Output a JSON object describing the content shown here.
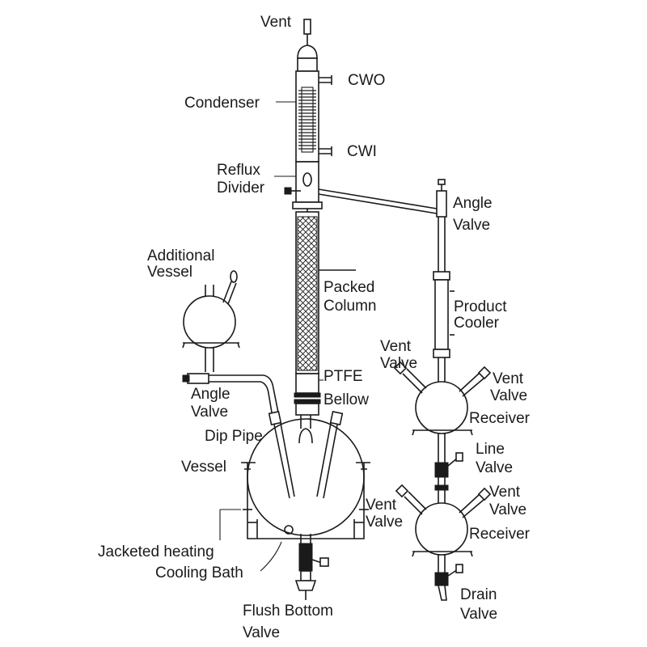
{
  "labels": {
    "vent": "Vent",
    "cwo": "CWO",
    "condenser": "Condenser",
    "cwi": "CWI",
    "reflux_divider": [
      "Reflux",
      "Divider"
    ],
    "angle_valve_right": [
      "Angle",
      "Valve"
    ],
    "additional_vessel": [
      "Additional",
      "Vessel"
    ],
    "packed_column": [
      "Packed",
      "Column"
    ],
    "product_cooler": [
      "Product",
      "Cooler"
    ],
    "vent_valve_upper_left": [
      "Vent",
      "Valve"
    ],
    "ptfe_bellow": [
      "PTFE",
      "Bellow"
    ],
    "vent_valve_upper_right": [
      "Vent",
      "Valve"
    ],
    "angle_valve_left": [
      "Angle",
      "Valve"
    ],
    "receiver_upper": "Receiver",
    "dip_pipe": "Dip Pipe",
    "line_valve": [
      "Line",
      "Valve"
    ],
    "vessel": "Vessel",
    "vent_valve_lower_left": [
      "Vent",
      "Valve"
    ],
    "vent_valve_lower_right": [
      "Vent",
      "Valve"
    ],
    "receiver_lower": "Receiver",
    "jacketed_heating": "Jacketed heating",
    "cooling_bath": "Cooling Bath",
    "drain_valve": [
      "Drain",
      "Valve"
    ],
    "flush_bottom_valve": [
      "Flush Bottom",
      "Valve"
    ]
  },
  "colors": {
    "line": "#1a1a1a",
    "background": "#ffffff"
  }
}
